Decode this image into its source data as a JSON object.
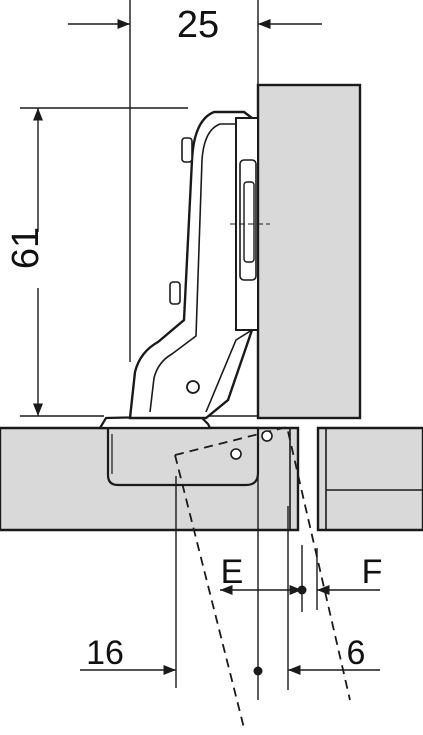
{
  "figure": {
    "colors": {
      "panel_fill": "#d9d9da",
      "stroke": "#1a1a1a",
      "background": "#ffffff"
    },
    "dimensions": {
      "top_width": "25",
      "height": "61",
      "label_e": "E",
      "label_f": "F",
      "label_16": "16",
      "label_6": "6"
    }
  }
}
